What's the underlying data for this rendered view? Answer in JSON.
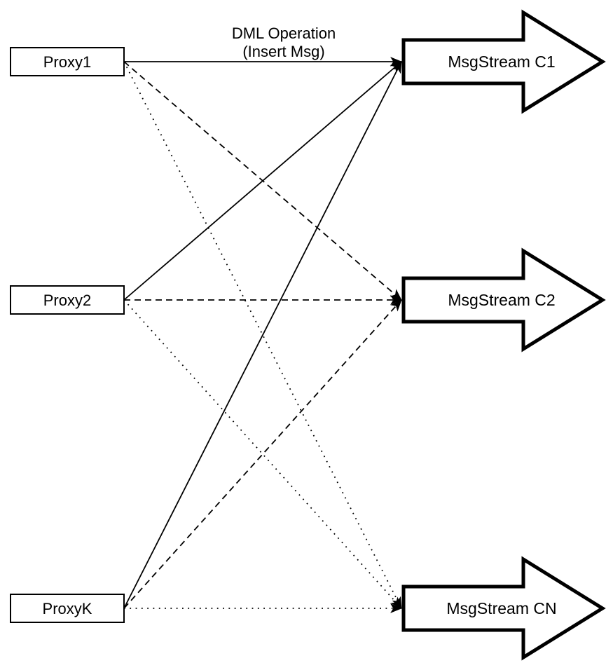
{
  "diagram": {
    "annotation": {
      "line1": "DML Operation",
      "line2": "(Insert Msg)"
    },
    "colors": {
      "stroke": "#000000",
      "fill": "#ffffff",
      "background": "#ffffff"
    },
    "proxies": [
      {
        "id": "proxy1",
        "label": "Proxy1"
      },
      {
        "id": "proxy2",
        "label": "Proxy2"
      },
      {
        "id": "proxyk",
        "label": "ProxyK"
      }
    ],
    "streams": [
      {
        "id": "c1",
        "label": "MsgStream C1"
      },
      {
        "id": "c2",
        "label": "MsgStream C2"
      },
      {
        "id": "cn",
        "label": "MsgStream CN"
      }
    ],
    "edges": [
      {
        "from": "proxy1",
        "to": "c1",
        "style": "solid"
      },
      {
        "from": "proxy1",
        "to": "c2",
        "style": "dashed"
      },
      {
        "from": "proxy1",
        "to": "cn",
        "style": "dotted"
      },
      {
        "from": "proxy2",
        "to": "c1",
        "style": "solid"
      },
      {
        "from": "proxy2",
        "to": "c2",
        "style": "dashed"
      },
      {
        "from": "proxy2",
        "to": "cn",
        "style": "dotted"
      },
      {
        "from": "proxyk",
        "to": "c1",
        "style": "solid"
      },
      {
        "from": "proxyk",
        "to": "c2",
        "style": "dashed"
      },
      {
        "from": "proxyk",
        "to": "cn",
        "style": "dotted"
      }
    ]
  }
}
